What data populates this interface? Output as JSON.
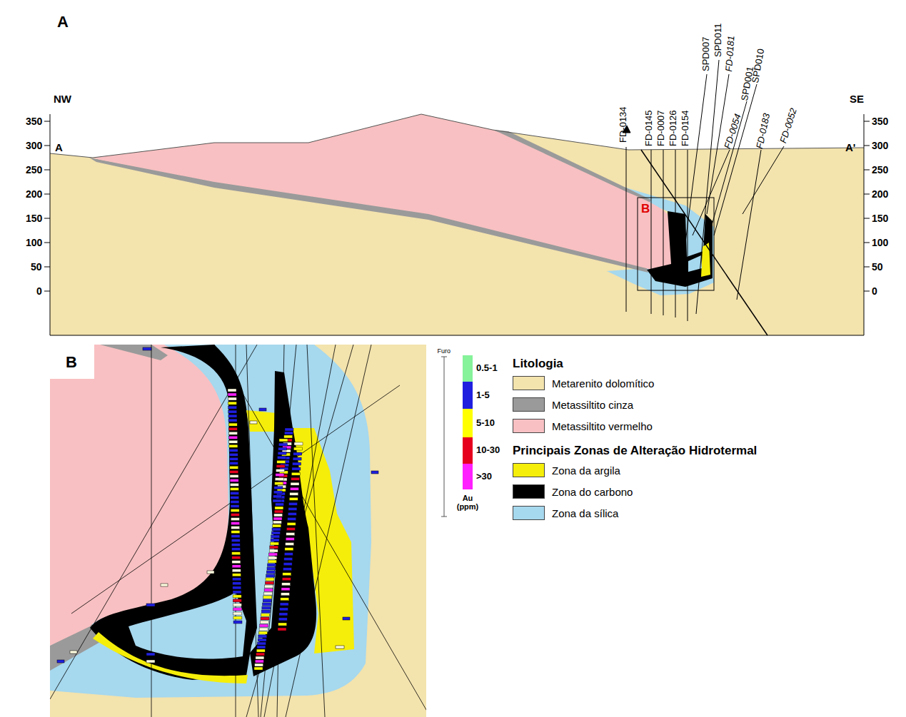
{
  "diagram": {
    "labels": [
      "A",
      "NW",
      "SE",
      "A",
      "A'",
      "350",
      "300",
      "250",
      "200",
      "150",
      "100",
      "50",
      "0",
      "350",
      "300",
      "250",
      "200",
      "150",
      "100",
      "50",
      "0",
      "B",
      "FD-0134",
      "FD-0145",
      "FD-0007",
      "FD-0126",
      "FD-0154",
      "SPD007",
      "SPD011",
      "FD-0181",
      "FD-0054",
      "SPD001",
      "SPD010",
      "FD-0183",
      "FD-0052",
      "B",
      "Furo",
      "Au (ppm)",
      "Litologia",
      "Principais Zonas de Alteração Hidrotermal"
    ],
    "legend": [
      {
        "text": "0.5-1",
        "color": "#86f29a"
      },
      {
        "text": "1-5",
        "color": "#1f1fe0"
      },
      {
        "text": "5-10",
        "color": "#ffff00"
      },
      {
        "text": "10-30",
        "color": "#e6001e"
      },
      {
        "text": ">30",
        "color": "#ff1fff"
      },
      {
        "text": "Metarenito dolomítico",
        "color": "#f3e3ad"
      },
      {
        "text": "Metassiltito cinza",
        "color": "#9a9a9a"
      },
      {
        "text": "Metassiltito vermelho",
        "color": "#f8c0c2"
      },
      {
        "text": "Zona da argila",
        "color": "#f5ee0a"
      },
      {
        "text": "Zona do carbono",
        "color": "#000000"
      },
      {
        "text": "Zona da sílica",
        "color": "#a6d8ee"
      }
    ]
  }
}
